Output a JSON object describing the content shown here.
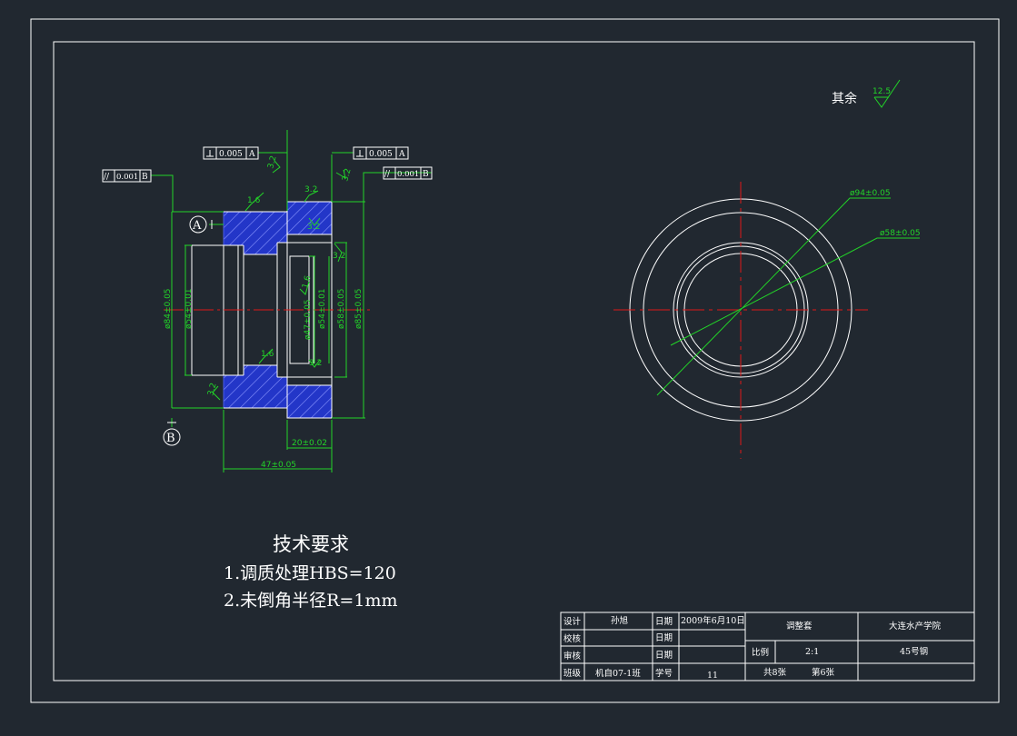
{
  "drawing": {
    "roughness_label": "其余",
    "roughness_value": "12.5",
    "tolerances": {
      "perp_left": "0.005",
      "perp_left_datum": "A",
      "perp_right": "0.005",
      "perp_right_datum": "A",
      "parallel_left": "0.001",
      "parallel_left_datum": "B",
      "parallel_right": "0.001",
      "parallel_right_datum": "B"
    },
    "datum_a": "A",
    "datum_b": "B",
    "dimensions": {
      "d84": "ø84±0.05",
      "d54_left": "ø54±0.01",
      "d47": "ø47±0.05",
      "d54_right": "ø54±0.01",
      "d58": "ø58±0.05",
      "d85": "ø85±0.05",
      "len20": "20±0.02",
      "len47": "47±0.05",
      "d94_view": "ø94±0.05",
      "d58_view": "ø58±0.05"
    },
    "surface_marks": {
      "s1": "1.6",
      "s2": "3.2",
      "s3": "3.2",
      "s4": "3.2",
      "s5": "3.2",
      "s6": "3.2",
      "s7": "1.6",
      "s8": "1.6",
      "s9": "3.2",
      "s10": "3.2"
    }
  },
  "notes": {
    "heading": "技术要求",
    "line1": "1.调质处理HBS=120",
    "line2": "2.未倒角半径R=1mm"
  },
  "title_block": {
    "design_label": "设计",
    "design_name": "孙旭",
    "date_label_1": "日期",
    "date_value": "2009年6月10日",
    "check_label": "校核",
    "date_label_2": "日期",
    "review_label": "审核",
    "date_label_3": "日期",
    "class_label": "班级",
    "class_value": "机自07-1班",
    "id_label": "学号",
    "id_value": "11",
    "part_name": "调整套",
    "school": "大连水产学院",
    "scale_label": "比例",
    "scale_value": "2:1",
    "material": "45号钢",
    "total_sheets": "共8张",
    "sheet_no": "第6张"
  },
  "colors": {
    "background": "#212830",
    "outline": "#ffffff",
    "dimension": "#22d428",
    "centerline": "#e01818",
    "hatch": "#4a5ce8"
  }
}
